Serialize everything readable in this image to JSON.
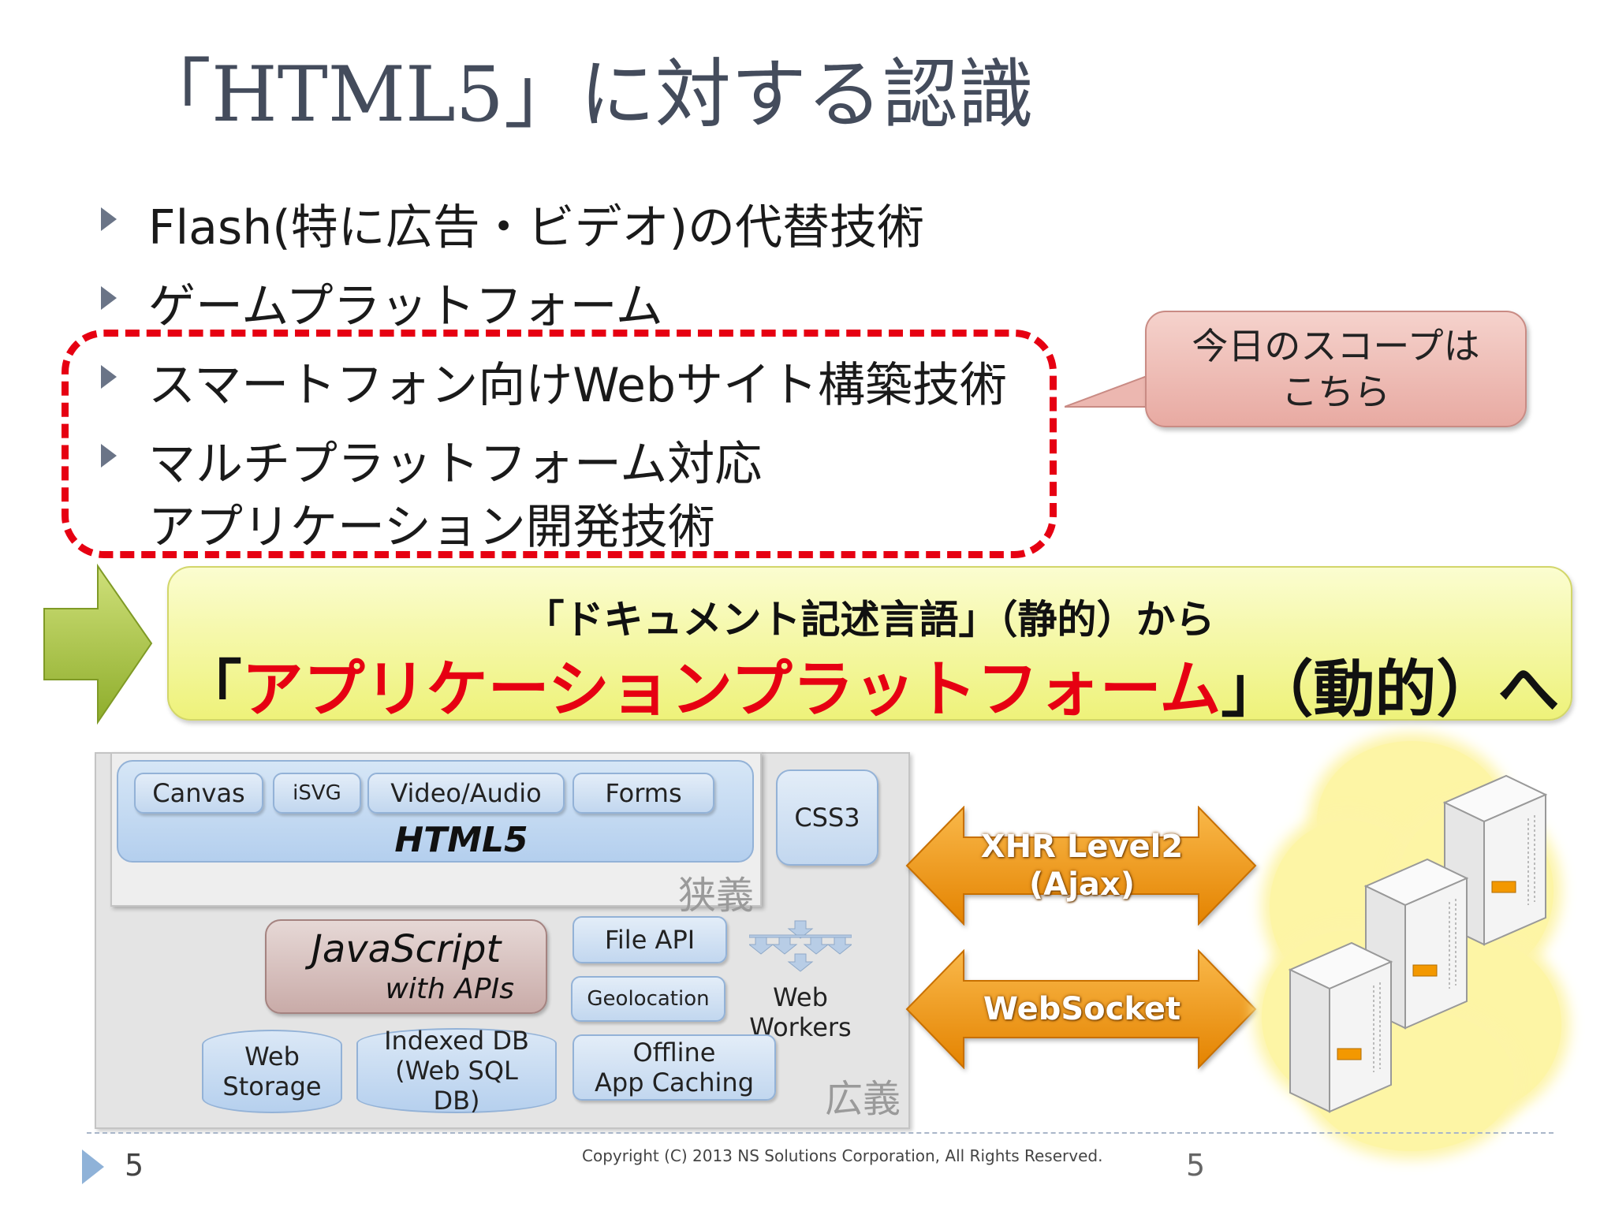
{
  "slide": {
    "title": "「HTML5」に対する認識",
    "bullets": [
      {
        "text": "Flash(特に広告・ビデオ)の代替技術"
      },
      {
        "text": "ゲームプラットフォーム"
      },
      {
        "text": "スマートフォン向けWebサイト構築技術"
      },
      {
        "text": "マルチプラットフォーム対応",
        "text2": "アプリケーション開発技術"
      }
    ],
    "callout": {
      "line1": "今日のスコープは",
      "line2": "こちら"
    },
    "banner": {
      "line1": "「ドキュメント記述言語」（静的）から",
      "line2_open": "「",
      "line2_red": "アプリケーションプラットフォーム",
      "line2_close": "」（動的）へ"
    },
    "diagram": {
      "pills": [
        "Canvas",
        "iSVG",
        "Video/Audio",
        "Forms"
      ],
      "html5_label": "HTML5",
      "css3": "CSS3",
      "narrow_label": "狭義",
      "broad_label": "広義",
      "js_line1": "JavaScript",
      "js_line2": "with APIs",
      "file_api": "File API",
      "geolocation": "Geolocation",
      "web_workers_line1": "Web",
      "web_workers_line2": "Workers",
      "web_storage_line1": "Web",
      "web_storage_line2": "Storage",
      "indexed_db_line1": "Indexed DB",
      "indexed_db_line2": "(Web SQL",
      "indexed_db_line3": "DB)",
      "offline_line1": "Offline",
      "offline_line2": "App Caching"
    },
    "arrows": {
      "xhr_line1": "XHR Level2",
      "xhr_line2": "(Ajax)",
      "websocket": "WebSocket"
    },
    "footer": {
      "page_left": "5",
      "copyright": "Copyright (C) 2013 NS Solutions Corporation, All Rights Reserved.",
      "page_right": "5"
    },
    "colors": {
      "accent_red": "#e60012",
      "orange": "#f39800",
      "title_gray": "#444c5c"
    }
  }
}
